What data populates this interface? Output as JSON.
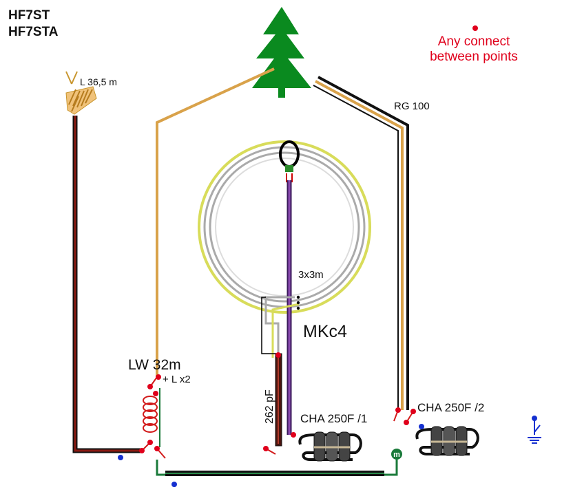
{
  "header": {
    "model_line1": "HF7ST",
    "model_line2": "HF7STA"
  },
  "legend": {
    "note_line1": "Any connect",
    "note_line2": "between points",
    "color": "#e0001b"
  },
  "labels": {
    "antenna_length": "L 36,5 m",
    "coax_type": "RG 100",
    "loop_name": "MKc4",
    "loop_size": "3x3m",
    "longwire": "LW 32m",
    "longwire_coil": "+ L x2",
    "capacitor": "262 pF",
    "choke_1": "CHA 250F /1",
    "choke_2": "CHA 250F /2",
    "meter_symbol": "m"
  },
  "colors": {
    "tree": "#0a8a1f",
    "wire_orange": "#d9a24a",
    "coax_black": "#111111",
    "coax_red": "#8a1a12",
    "loop_yellow": "#d8dc5a",
    "loop_gray": "#aaaaaa",
    "feed_purple": "#6a2a8a",
    "ground_green": "#1a7a3a",
    "point_red": "#e0001b",
    "point_blue": "#1530d0"
  },
  "icons": [
    "tree-icon",
    "helix-antenna-icon",
    "loop-coupling-icon",
    "coil-icon",
    "switch-icon",
    "choke-icon",
    "meter-icon",
    "ground-icon",
    "connection-point-icon"
  ]
}
